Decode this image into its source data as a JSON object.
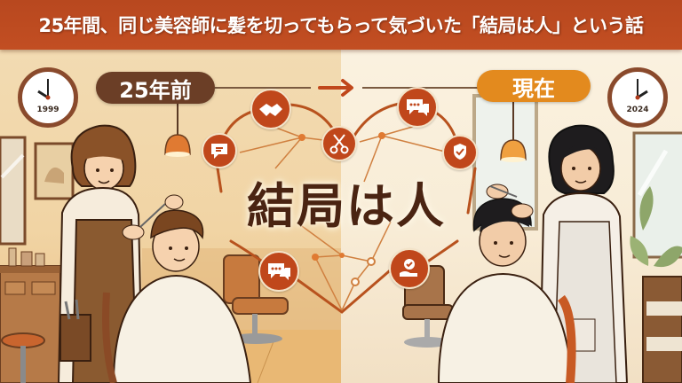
{
  "header": {
    "title": "25年間、同じ美容師に髪を切ってもらって気づいた「結局は人」という話"
  },
  "labels": {
    "past": "25年前",
    "present": "現在"
  },
  "clocks": {
    "left_year": "1999",
    "right_year": "2024"
  },
  "center": {
    "title": "結局は人"
  },
  "icons": [
    {
      "name": "handshake-icon"
    },
    {
      "name": "chat-bubble-icon"
    },
    {
      "name": "scissors-icon"
    },
    {
      "name": "speech-dots-icon"
    },
    {
      "name": "shield-hands-icon"
    },
    {
      "name": "chat-dots-icon"
    },
    {
      "name": "check-hand-icon"
    }
  ],
  "colors": {
    "header_bg": "#c24e22",
    "past_pill": "#6b3e26",
    "present_pill": "#e38a1e",
    "icon_bg": "#c0471b",
    "title_text": "#4a2412"
  }
}
